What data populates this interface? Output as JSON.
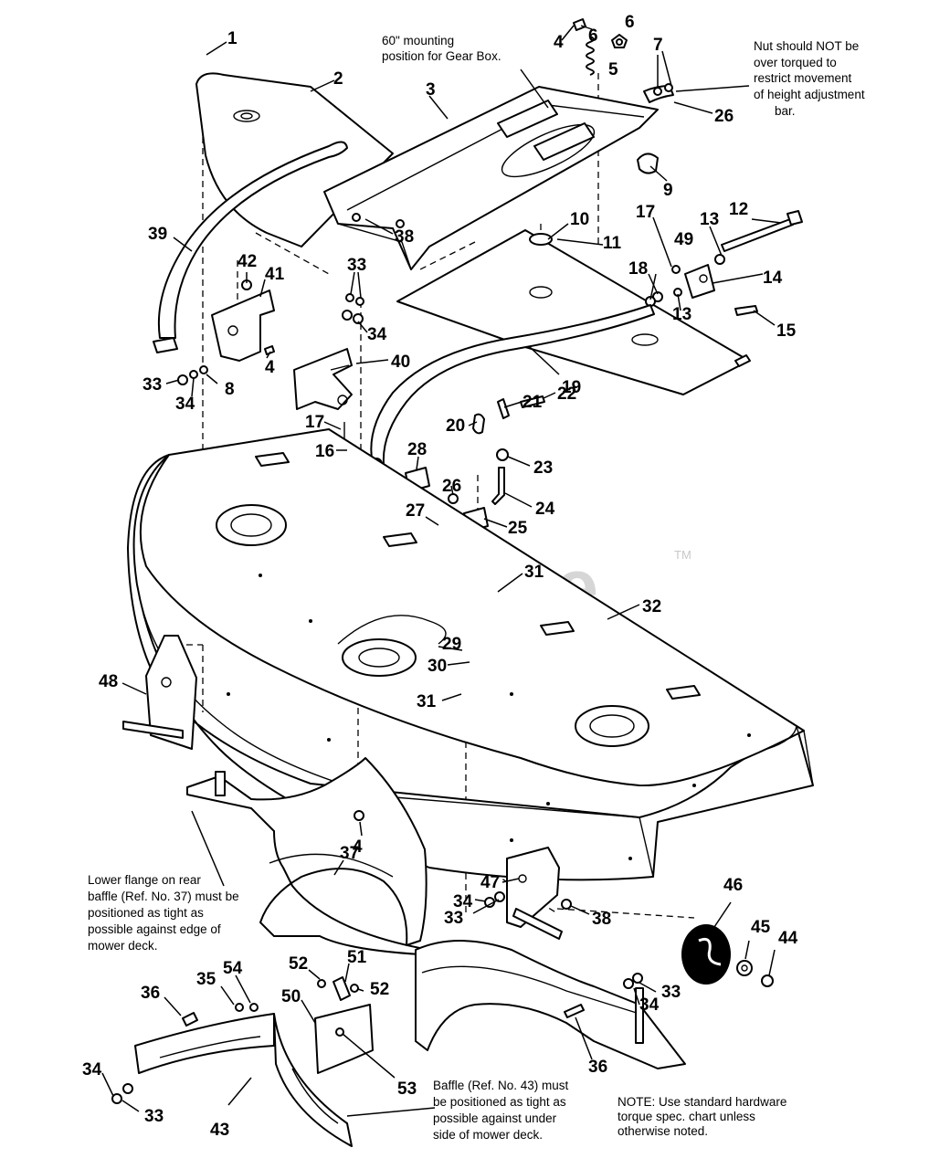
{
  "watermark": {
    "text": "PartsTree",
    "trademark": "TM"
  },
  "callouts": [
    {
      "text": "1"
    },
    {
      "text": "2"
    },
    {
      "text": "3"
    },
    {
      "text": "4"
    },
    {
      "text": "6"
    },
    {
      "text": "6"
    },
    {
      "text": "5"
    },
    {
      "text": "7"
    },
    {
      "text": "26"
    },
    {
      "text": "9"
    },
    {
      "text": "10"
    },
    {
      "text": "11"
    },
    {
      "text": "17"
    },
    {
      "text": "49"
    },
    {
      "text": "13"
    },
    {
      "text": "12"
    },
    {
      "text": "18"
    },
    {
      "text": "13"
    },
    {
      "text": "14"
    },
    {
      "text": "15"
    },
    {
      "text": "39"
    },
    {
      "text": "38"
    },
    {
      "text": "42"
    },
    {
      "text": "41"
    },
    {
      "text": "33"
    },
    {
      "text": "34"
    },
    {
      "text": "40"
    },
    {
      "text": "4"
    },
    {
      "text": "33"
    },
    {
      "text": "8"
    },
    {
      "text": "34"
    },
    {
      "text": "19"
    },
    {
      "text": "17"
    },
    {
      "text": "16"
    },
    {
      "text": "21"
    },
    {
      "text": "22"
    },
    {
      "text": "20"
    },
    {
      "text": "28"
    },
    {
      "text": "23"
    },
    {
      "text": "26"
    },
    {
      "text": "24"
    },
    {
      "text": "27"
    },
    {
      "text": "25"
    },
    {
      "text": "31"
    },
    {
      "text": "32"
    },
    {
      "text": "29"
    },
    {
      "text": "30"
    },
    {
      "text": "31"
    },
    {
      "text": "48"
    },
    {
      "text": "4"
    },
    {
      "text": "37"
    },
    {
      "text": "47"
    },
    {
      "text": "46"
    },
    {
      "text": "34"
    },
    {
      "text": "33"
    },
    {
      "text": "38"
    },
    {
      "text": "45"
    },
    {
      "text": "44"
    },
    {
      "text": "52"
    },
    {
      "text": "51"
    },
    {
      "text": "52"
    },
    {
      "text": "33"
    },
    {
      "text": "34"
    },
    {
      "text": "36"
    },
    {
      "text": "35"
    },
    {
      "text": "54"
    },
    {
      "text": "50"
    },
    {
      "text": "36"
    },
    {
      "text": "53"
    },
    {
      "text": "34"
    },
    {
      "text": "33"
    },
    {
      "text": "43"
    }
  ],
  "notes": {
    "gearbox": [
      "60\" mounting",
      "position for Gear Box."
    ],
    "nut": [
      "Nut should NOT be",
      "over torqued to",
      "restrict movement",
      "of height adjustment",
      "bar."
    ],
    "rear_baffle": [
      "Lower flange on rear",
      "baffle (Ref. No. 37) must be",
      "positioned as tight as",
      "possible against edge of",
      "mower deck."
    ],
    "baffle43": [
      "Baffle (Ref. No. 43) must",
      "be positioned as tight as",
      "possible against under",
      "side of mower deck."
    ],
    "torque": [
      "NOTE: Use standard hardware",
      "torque spec. chart unless",
      "otherwise noted."
    ]
  }
}
